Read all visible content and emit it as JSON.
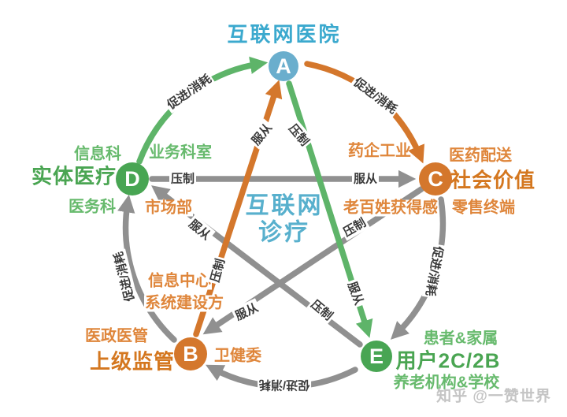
{
  "center_label": {
    "line1": "互联网",
    "line2": "诊疗"
  },
  "node_letters": {
    "a": "A",
    "b": "B",
    "c": "C",
    "d": "D",
    "e": "E"
  },
  "labels": {
    "hospital_title": "互联网医院",
    "physical_medical": "实体医疗",
    "info_dept": "信息科",
    "business_dept": "业务科室",
    "medical_affairs_dept": "医务科",
    "marketing_dept": "市场部",
    "pharma_industry": "药企工业",
    "medicine_delivery": "医药配送",
    "social_value": "社会价值",
    "people_gain": "老百姓获得感",
    "retail_terminal": "零售终端",
    "info_center": "信息中心",
    "system_builder": "系统建设方",
    "medical_admin": "医政医管",
    "superior_regulation": "上级监管",
    "health_commission": "卫健委",
    "patients_family": "患者&家属",
    "users_2c2b": "用户2C/2B",
    "elderly_school": "养老机构&学校"
  },
  "relations": {
    "promote_consume": "促进/消耗",
    "suppress": "压制",
    "obey": "服从"
  },
  "edges": [
    {
      "from": "D",
      "to": "A",
      "label": "促进/消耗",
      "color": "green"
    },
    {
      "from": "A",
      "to": "C",
      "label": "促进/消耗",
      "color": "orange"
    },
    {
      "from": "C",
      "to": "E",
      "label": "促进/消耗",
      "color": "gray"
    },
    {
      "from": "E",
      "to": "B",
      "label": "促进/消耗",
      "color": "gray"
    },
    {
      "from": "B",
      "to": "D",
      "label": "促进/消耗",
      "color": "gray"
    },
    {
      "from": "D",
      "to": "C",
      "label": "压制/服从",
      "color": "gray"
    },
    {
      "from": "C",
      "to": "B",
      "label": "压制/服从",
      "color": "gray"
    },
    {
      "from": "E",
      "to": "D",
      "label": "压制/服从",
      "color": "gray"
    },
    {
      "from": "B",
      "to": "A",
      "label": "压制/服从",
      "color": "orange"
    },
    {
      "from": "A",
      "to": "E",
      "label": "压制/服从",
      "color": "green"
    }
  ],
  "watermark": "知乎 @一赞世界",
  "colors": {
    "node_blue": "#6aaecd",
    "node_green": "#48a553",
    "node_orange": "#d4772c",
    "edge_gray": "#909090",
    "edge_green": "#5eb469",
    "edge_orange": "#d4772c",
    "green_text": "#67ba6d",
    "orange_text": "#df863b",
    "title_blue": "#3ba9ce",
    "center_blue": "#58b0cd"
  }
}
